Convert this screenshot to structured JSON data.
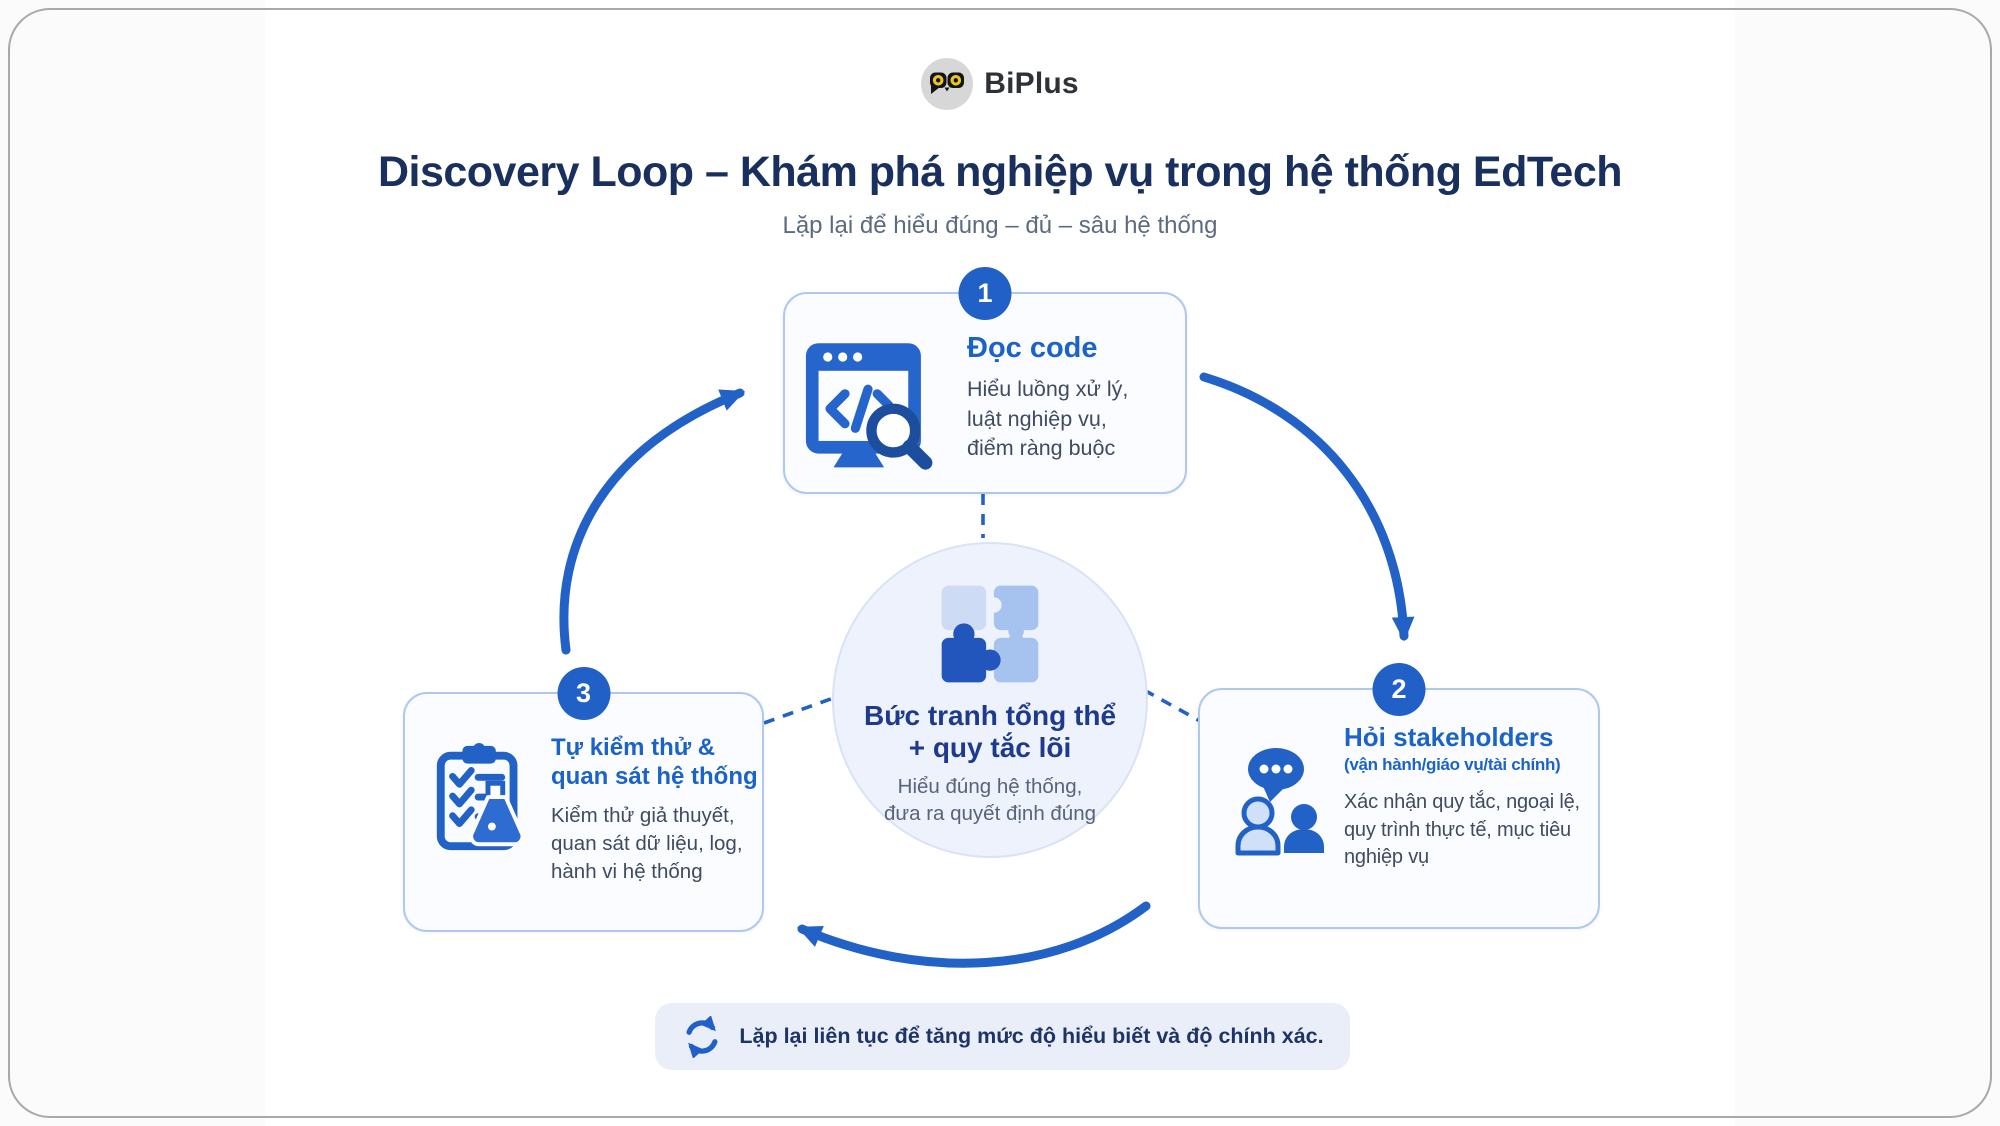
{
  "brand": {
    "name": "BiPlus"
  },
  "header": {
    "title": "Discovery Loop – Khám phá nghiệp vụ trong hệ thống EdTech",
    "subtitle": "Lặp lại để hiểu đúng – đủ – sâu hệ thống"
  },
  "steps": [
    {
      "number": "1",
      "icon": "code-review-browser-icon",
      "title": "Đọc code",
      "desc_lines": [
        "Hiểu luồng xử lý,",
        "luật nghiệp vụ,",
        "điểm ràng buộc"
      ]
    },
    {
      "number": "2",
      "icon": "stakeholder-chat-icon",
      "title": "Hỏi stakeholders",
      "title_note": "(vận hành/giáo vụ/tài chính)",
      "desc_lines": [
        "Xác nhận quy tắc, ngoại lệ,",
        "quy trình thực tế, mục tiêu",
        "nghiệp vụ"
      ]
    },
    {
      "number": "3",
      "icon": "checklist-flask-icon",
      "title_lines": [
        "Tự kiểm thử &",
        "quan sát hệ thống"
      ],
      "desc_lines": [
        "Kiểm thử giả thuyết,",
        "quan sát dữ liệu, log,",
        "hành vi hệ thống"
      ]
    }
  ],
  "center": {
    "icon": "puzzle-icon",
    "title_lines": [
      "Bức tranh tổng thể",
      "+ quy tắc lõi"
    ],
    "desc_lines": [
      "Hiểu đúng hệ thống,",
      "đưa ra quyết định đúng"
    ]
  },
  "footer": {
    "icon": "refresh-loop-icon",
    "text": "Lặp lại liên tục để tăng mức độ hiểu biết và độ chính xác."
  },
  "colors": {
    "primary_blue": "#2262c6",
    "dark_navy_title": "#19305f",
    "hub_title_blue": "#1e3a8e",
    "body_text": "#3e4b61",
    "muted_text": "#5c6b80",
    "card_border": "#aec9ef",
    "card_bg": "#fbfcff",
    "hub_bg": "#edf2fc",
    "banner_bg": "#e9eef9",
    "logo_gray": "#d7d7d7",
    "logo_yellow": "#ecc427"
  }
}
